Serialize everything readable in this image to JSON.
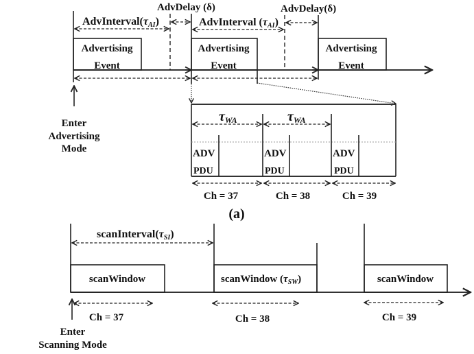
{
  "advertising": {
    "adv_interval_1": {
      "text": "AdvInterval(",
      "sym": "τ",
      "sub": "AI",
      "close": ")"
    },
    "adv_interval_2": {
      "text": "AdvInterval (",
      "sym": "τ",
      "sub": "AI",
      "close": ")"
    },
    "adv_delay_1": "AdvDelay (δ)",
    "adv_delay_2": "AdvDelay(δ)",
    "events": [
      {
        "line1": "Advertising",
        "line2": "Event"
      },
      {
        "line1": "Advertising",
        "line2": "Event"
      },
      {
        "line1": "Advertising",
        "line2": "Event"
      }
    ],
    "enter_label": [
      "Enter",
      "Advertising",
      "Mode"
    ],
    "zoom_detail": {
      "tau_wa": [
        {
          "sym": "τ",
          "sub": "WA"
        },
        {
          "sym": "τ",
          "sub": "WA"
        }
      ],
      "pdus": [
        {
          "line1": "ADV",
          "line2": "PDU"
        },
        {
          "line1": "ADV",
          "line2": "PDU"
        },
        {
          "line1": "ADV",
          "line2": "PDU"
        }
      ],
      "channels": [
        "Ch = 37",
        "Ch = 38",
        "Ch = 39"
      ]
    },
    "caption": "(a)"
  },
  "scanning": {
    "scan_interval": {
      "text": "scanInterval(",
      "sym": "τ",
      "sub": "SI",
      "close": ")"
    },
    "windows": [
      {
        "text": "scanWindow"
      },
      {
        "text": "scanWindow (",
        "sym": "τ",
        "sub": "SW",
        "close": ")"
      },
      {
        "text": "scanWindow"
      }
    ],
    "channels": [
      "Ch = 37",
      "Ch = 38",
      "Ch = 39"
    ],
    "enter_label": [
      "Enter",
      "Scanning Mode"
    ]
  }
}
